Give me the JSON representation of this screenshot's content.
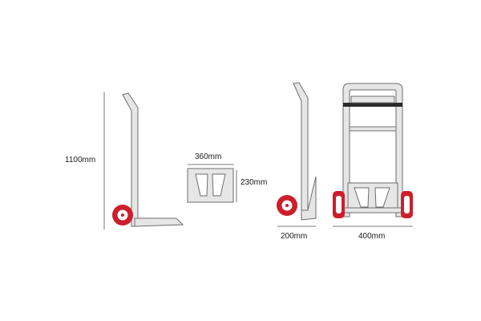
{
  "dimensions": {
    "height": "1100mm",
    "plate_width": "360mm",
    "plate_depth": "230mm",
    "depth": "200mm",
    "width": "400mm"
  },
  "colors": {
    "wheel": "#cc1f2b",
    "frame": "#e6e6e6",
    "outline": "#6e6e6e",
    "text": "#1a1a1a"
  }
}
